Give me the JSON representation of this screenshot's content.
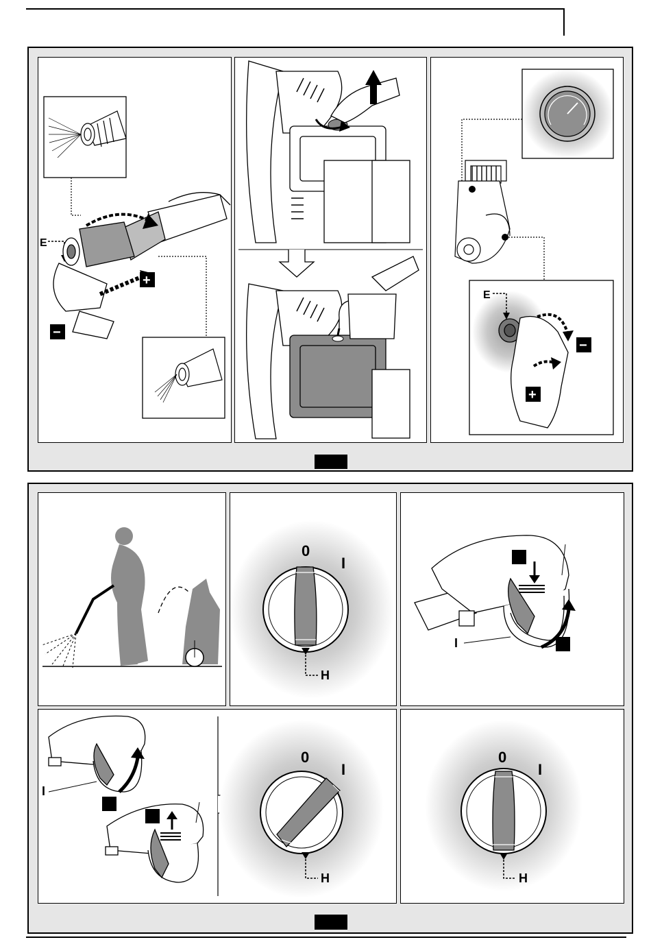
{
  "figure_top": {
    "panel1": {
      "label_E": "E",
      "plus": "+",
      "minus": "−"
    },
    "panel3": {
      "label_E": "E",
      "plus": "+",
      "minus": "−"
    }
  },
  "figure_bottom": {
    "panel_switch_1": {
      "label_0": "0",
      "label_I": "I",
      "label_H": "H"
    },
    "panel_trigger_1": {
      "label_I": "I"
    },
    "panel_trigger_2": {
      "label_I": "I"
    },
    "panel_switch_2": {
      "label_0": "0",
      "label_I": "I",
      "label_H": "H"
    },
    "panel_switch_3": {
      "label_0": "0",
      "label_I": "I",
      "label_H": "H"
    }
  },
  "colors": {
    "figure_bg": "#e6e6e6",
    "shade": "#8c8c8c",
    "ink": "#000000"
  }
}
